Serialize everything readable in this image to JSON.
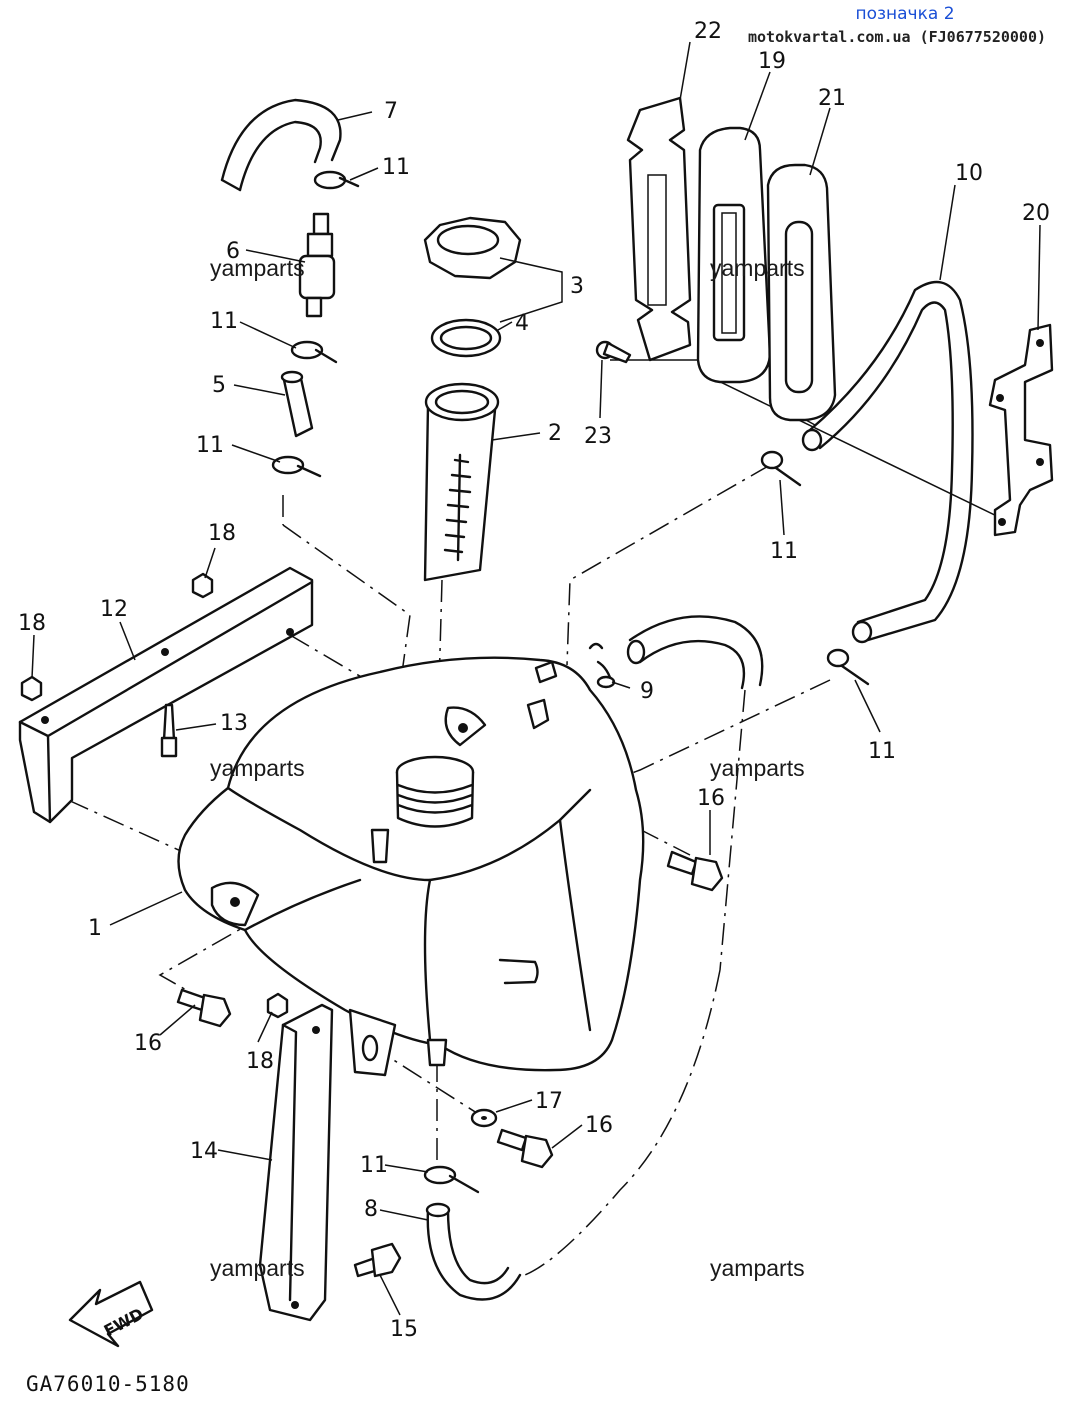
{
  "header": {
    "title": "позначка 2",
    "source": "motokvartal.com.ua (FJ0677520000)"
  },
  "diagram_code": "GA76010-5180",
  "watermark": "yamparts",
  "direction_label": "FWD",
  "callouts": [
    "1",
    "2",
    "3",
    "4",
    "5",
    "6",
    "7",
    "8",
    "9",
    "10",
    "11",
    "12",
    "13",
    "14",
    "15",
    "16",
    "17",
    "18",
    "19",
    "20",
    "21",
    "22",
    "23"
  ],
  "colors": {
    "ink": "#111111",
    "header_blue": "#1a4fd6"
  }
}
